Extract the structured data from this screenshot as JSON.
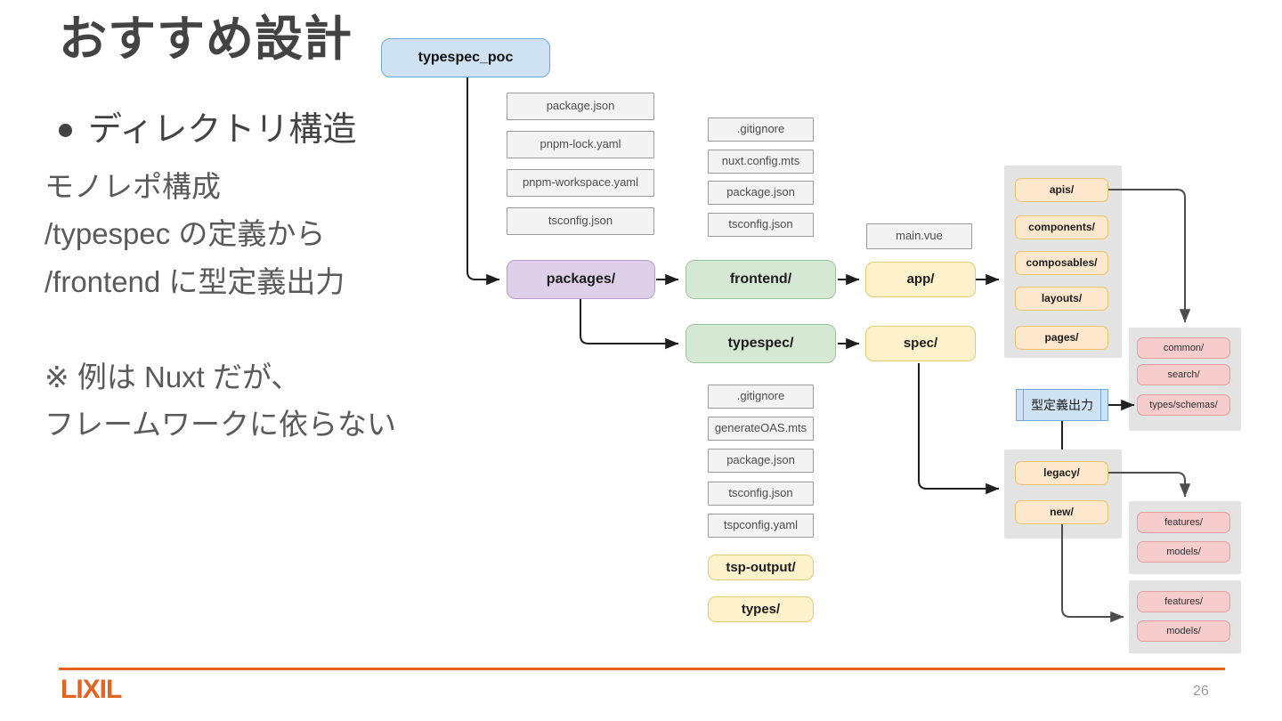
{
  "slide": {
    "title": "おすすめ設計",
    "bullet": "ディレクトリ構造",
    "body_lines": [
      "モノレポ構成",
      "/typespec の定義から",
      "/frontend に型定義出力"
    ],
    "note_lines": [
      "※ 例は Nuxt だが、",
      "フレームワークに依らない"
    ],
    "page_number": "26",
    "logo": "LIXIL",
    "accent_color": "#e2641e"
  },
  "diagram": {
    "root": {
      "label": "typespec_poc",
      "color": "#cfe2f3"
    },
    "root_files": [
      {
        "label": "package.json"
      },
      {
        "label": "pnpm-lock.yaml"
      },
      {
        "label": "pnpm-workspace.yaml"
      },
      {
        "label": "tsconfig.json"
      }
    ],
    "packages": {
      "label": "packages/",
      "color": "#ddd0e8"
    },
    "frontend": {
      "label": "frontend/",
      "color": "#d5e8d4"
    },
    "typespec": {
      "label": "typespec/",
      "color": "#d5e8d4"
    },
    "frontend_files": [
      {
        "label": ".gitignore"
      },
      {
        "label": "nuxt.config.mts"
      },
      {
        "label": "package.json"
      },
      {
        "label": "tsconfig.json"
      }
    ],
    "typespec_files": [
      {
        "label": ".gitignore"
      },
      {
        "label": "generateOAS.mts"
      },
      {
        "label": "package.json"
      },
      {
        "label": "tsconfig.json"
      },
      {
        "label": "tspconfig.yaml"
      }
    ],
    "typespec_dirs": [
      {
        "label": "tsp-output/"
      },
      {
        "label": "types/"
      }
    ],
    "main_vue": {
      "label": "main.vue"
    },
    "app": {
      "label": "app/",
      "color": "#fdf2cc"
    },
    "spec": {
      "label": "spec/",
      "color": "#fdf2cc"
    },
    "app_children": [
      {
        "label": "apis/"
      },
      {
        "label": "components/"
      },
      {
        "label": "composables/"
      },
      {
        "label": "layouts/"
      },
      {
        "label": "pages/"
      }
    ],
    "apis_children": [
      {
        "label": "common/"
      },
      {
        "label": "search/"
      },
      {
        "label": "types/schemas/"
      }
    ],
    "type_output_note": {
      "label": "型定義出力",
      "color": "#cfe2f3"
    },
    "spec_children": [
      {
        "label": "legacy/"
      },
      {
        "label": "new/"
      }
    ],
    "legacy_children": [
      {
        "label": "features/"
      },
      {
        "label": "models/"
      }
    ],
    "new_children": [
      {
        "label": "features/"
      },
      {
        "label": "models/"
      }
    ]
  }
}
